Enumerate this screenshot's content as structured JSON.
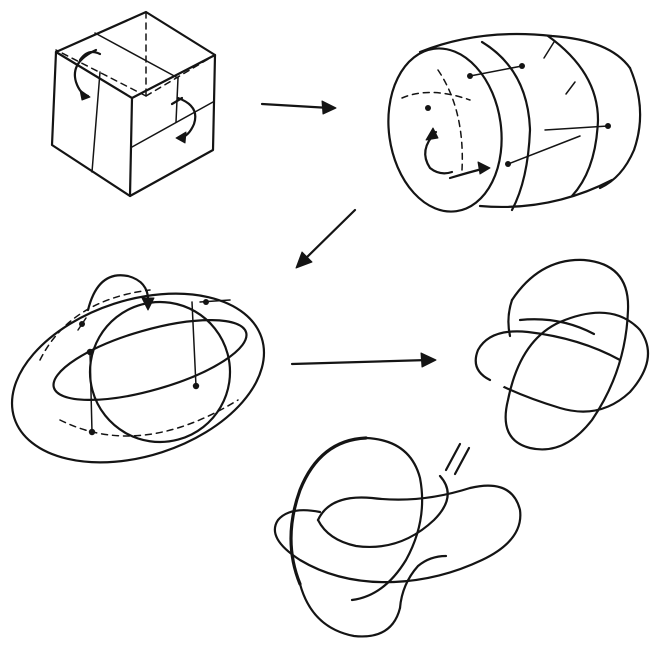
{
  "figure": {
    "panels": [
      "cube-with-twist-arrows",
      "cylinder-stack-with-gluing-arrows",
      "nested-ellipses-with-identifications",
      "trefoil-like-knot-projection",
      "equivalent-knot-diagram"
    ],
    "equivalence_mark": "="
  },
  "icons": {
    "flow_arrow": "arrow-icon",
    "twist_arrow": "curved-arrow-icon"
  },
  "colors": {
    "ink": "#141414",
    "paper": "#ffffff"
  }
}
